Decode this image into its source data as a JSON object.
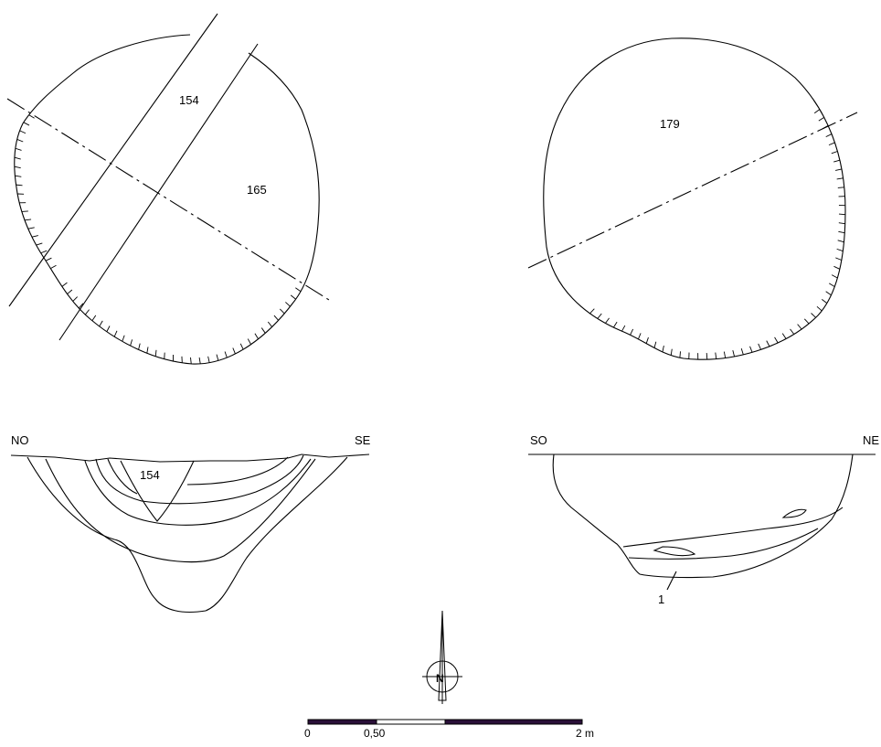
{
  "plan_left": {
    "feature_label": "165",
    "cut_label": "154"
  },
  "plan_right": {
    "feature_label": "179"
  },
  "section_left": {
    "orientation_start": "NO",
    "orientation_end": "SE",
    "cut_label": "154"
  },
  "section_right": {
    "orientation_start": "SO",
    "orientation_end": "NE",
    "layer_label": "1"
  },
  "north_arrow": {
    "label": "N"
  },
  "scale_bar": {
    "tick_0": "0",
    "tick_mid": "0,50",
    "tick_end": "2 m"
  },
  "colors": {
    "line": "#000000",
    "scale_dark": "#2a1038",
    "background": "#ffffff"
  }
}
